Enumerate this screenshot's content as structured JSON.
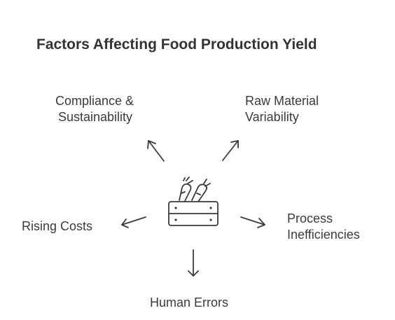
{
  "title": "Factors Affecting Food Production Yield",
  "center": {
    "icon": "produce-crate-icon"
  },
  "factors": {
    "compliance": {
      "line1": "Compliance &",
      "line2": "Sustainability"
    },
    "raw_material": {
      "line1": "Raw Material",
      "line2": "Variability"
    },
    "rising_costs": {
      "line1": "Rising Costs"
    },
    "process": {
      "line1": "Process",
      "line2": "Inefficiencies"
    },
    "human_errors": {
      "line1": "Human Errors"
    }
  },
  "colors": {
    "text": "#3b3b3b",
    "title": "#333333",
    "background": "#ffffff"
  }
}
